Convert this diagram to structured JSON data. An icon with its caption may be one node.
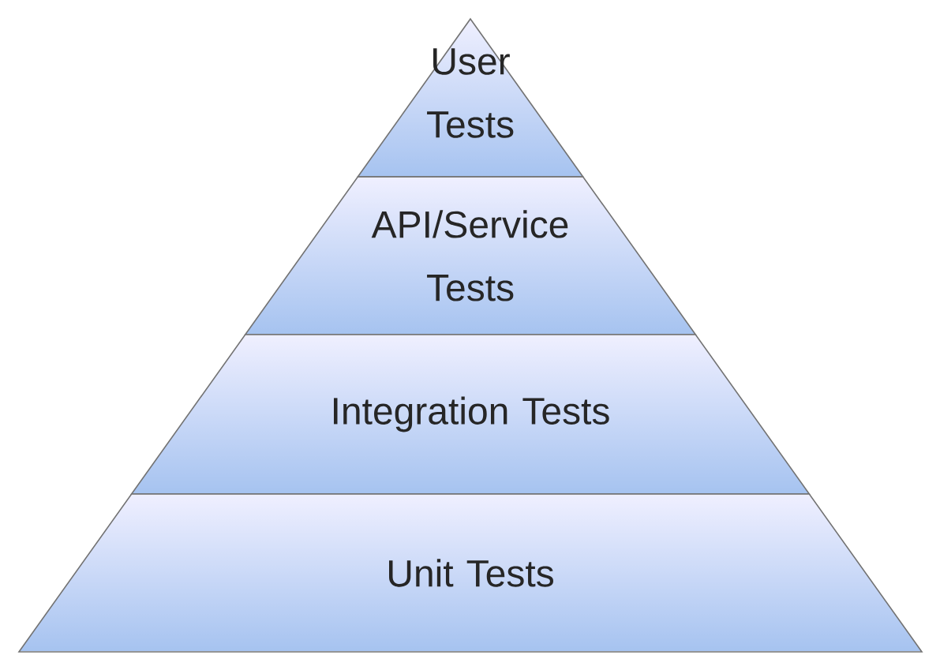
{
  "diagram": {
    "nodes": [
      {
        "text": [
          "User Tests"
        ]
      },
      {
        "text": [
          "API/Service Tests"
        ]
      },
      {
        "text": [
          "Integration Tests"
        ]
      },
      {
        "text": [
          "Unit Tests"
        ]
      }
    ]
  }
}
